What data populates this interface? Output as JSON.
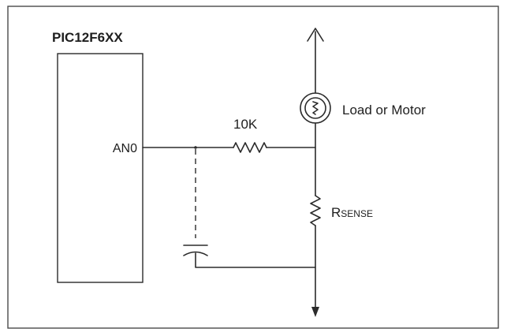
{
  "chip": {
    "name": "PIC12F6XX",
    "pin_label": "AN0"
  },
  "resistor": {
    "label": "10K"
  },
  "load": {
    "label": "Load or Motor"
  },
  "sense_resistor": {
    "label_main": "R",
    "label_sub": "SENSE"
  },
  "colors": {
    "line": "#2b2b2b",
    "frame": "#4a4a4a",
    "background": "#ffffff"
  }
}
